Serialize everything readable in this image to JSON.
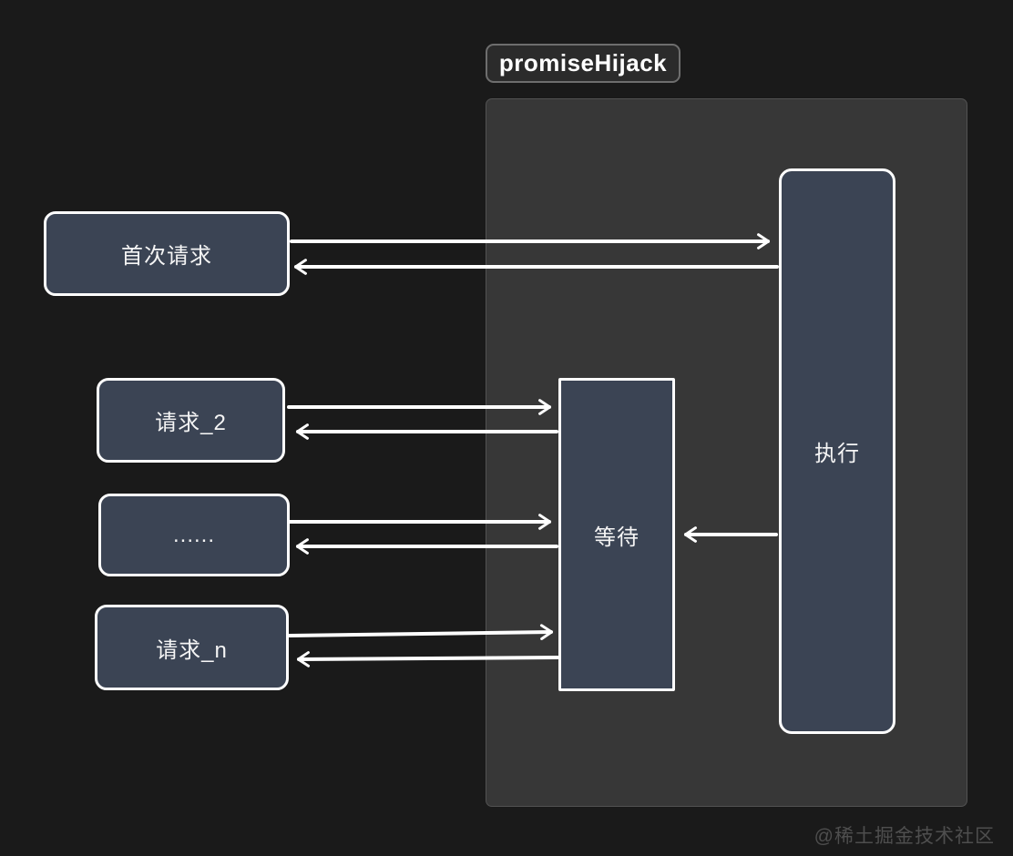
{
  "diagram": {
    "title": "promiseHijack",
    "nodes": {
      "first_request": "首次请求",
      "request_2": "请求_2",
      "ellipsis": "......",
      "request_n": "请求_n",
      "wait": "等待",
      "execute": "执行"
    },
    "connections": [
      {
        "from": "first_request",
        "to": "execute"
      },
      {
        "from": "execute",
        "to": "first_request"
      },
      {
        "from": "request_2",
        "to": "wait"
      },
      {
        "from": "wait",
        "to": "request_2"
      },
      {
        "from": "ellipsis",
        "to": "wait"
      },
      {
        "from": "wait",
        "to": "ellipsis"
      },
      {
        "from": "request_n",
        "to": "wait"
      },
      {
        "from": "wait",
        "to": "request_n"
      },
      {
        "from": "execute",
        "to": "wait"
      }
    ],
    "colors": {
      "page_bg": "#1a1a1a",
      "container_fill": "#373737",
      "container_border": "#525252",
      "title_fill": "#2b2b2b",
      "title_border": "#6e6e6e",
      "node_fill": "#3b4454",
      "node_border": "#ffffff",
      "node_text": "#f5f5f5",
      "arrow": "#ffffff",
      "watermark": "#4e4e4e"
    },
    "watermark": "@稀土掘金技术社区"
  }
}
